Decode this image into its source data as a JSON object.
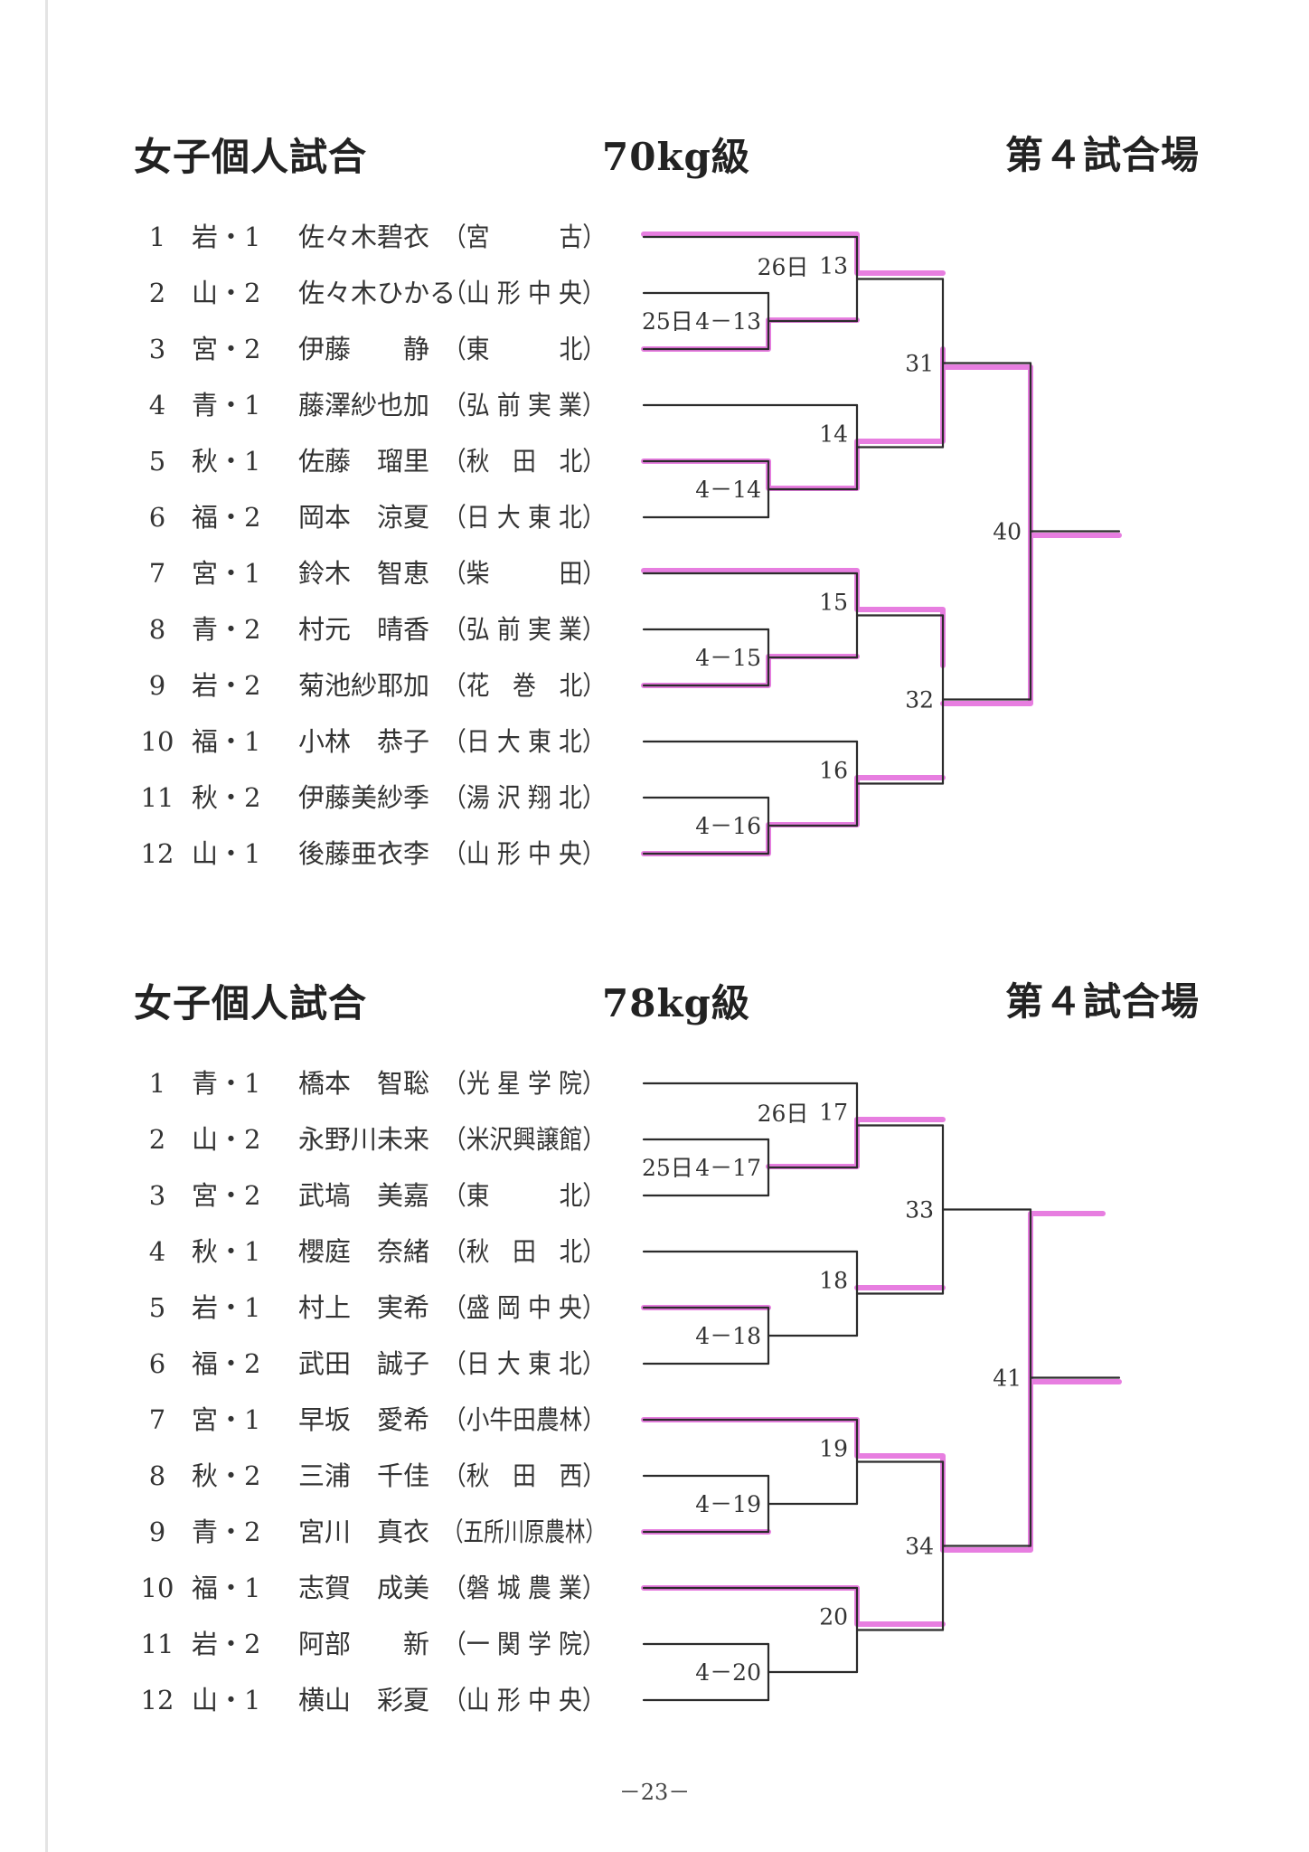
{
  "page_number": "－23－",
  "sections": [
    {
      "title": "女子個人試合",
      "weight": "70kg級",
      "court": "第４試合場",
      "entries": [
        {
          "no": "1",
          "pref": "岩・1",
          "name": "佐々木碧衣",
          "school": "（宮　　　古）"
        },
        {
          "no": "2",
          "pref": "山・2",
          "name": "佐々木ひかる",
          "school": "（山 形 中 央）"
        },
        {
          "no": "3",
          "pref": "宮・2",
          "name": "伊藤　　静",
          "school": "（東　　　北）"
        },
        {
          "no": "4",
          "pref": "青・1",
          "name": "藤澤紗也加",
          "school": "（弘 前 実 業）"
        },
        {
          "no": "5",
          "pref": "秋・1",
          "name": "佐藤　瑠里",
          "school": "（秋　田　北）"
        },
        {
          "no": "6",
          "pref": "福・2",
          "name": "岡本　涼夏",
          "school": "（日 大 東 北）"
        },
        {
          "no": "7",
          "pref": "宮・1",
          "name": "鈴木　智恵",
          "school": "（柴　　　田）"
        },
        {
          "no": "8",
          "pref": "青・2",
          "name": "村元　晴香",
          "school": "（弘 前 実 業）"
        },
        {
          "no": "9",
          "pref": "岩・2",
          "name": "菊池紗耶加",
          "school": "（花　巻　北）"
        },
        {
          "no": "10",
          "pref": "福・1",
          "name": "小林　恭子",
          "school": "（日 大 東 北）"
        },
        {
          "no": "11",
          "pref": "秋・2",
          "name": "伊藤美紗季",
          "school": "（湯 沢 翔 北）"
        },
        {
          "no": "12",
          "pref": "山・1",
          "name": "後藤亜衣李",
          "school": "（山 形 中 央）"
        }
      ],
      "bracket_labels": {
        "day26": "26日",
        "day25": "25日",
        "m_a": "4－13",
        "m_b": "4－14",
        "m_c": "4－15",
        "m_d": "4－16",
        "r2_a": "13",
        "r2_b": "14",
        "r2_c": "15",
        "r2_d": "16",
        "sf_a": "31",
        "sf_b": "32",
        "final": "40"
      }
    },
    {
      "title": "女子個人試合",
      "weight": "78kg級",
      "court": "第４試合場",
      "entries": [
        {
          "no": "1",
          "pref": "青・1",
          "name": "橋本　智聡",
          "school": "（光 星 学 院）"
        },
        {
          "no": "2",
          "pref": "山・2",
          "name": "永野川未来",
          "school": "（米沢興譲館）"
        },
        {
          "no": "3",
          "pref": "宮・2",
          "name": "武塙　美嘉",
          "school": "（東　　　北）"
        },
        {
          "no": "4",
          "pref": "秋・1",
          "name": "櫻庭　奈緒",
          "school": "（秋　田　北）"
        },
        {
          "no": "5",
          "pref": "岩・1",
          "name": "村上　実希",
          "school": "（盛 岡 中 央）"
        },
        {
          "no": "6",
          "pref": "福・2",
          "name": "武田　誠子",
          "school": "（日 大 東 北）"
        },
        {
          "no": "7",
          "pref": "宮・1",
          "name": "早坂　愛希",
          "school": "（小牛田農林）"
        },
        {
          "no": "8",
          "pref": "秋・2",
          "name": "三浦　千佳",
          "school": "（秋　田　西）"
        },
        {
          "no": "9",
          "pref": "青・2",
          "name": "宮川　真衣",
          "school": "（五所川原農林）"
        },
        {
          "no": "10",
          "pref": "福・1",
          "name": "志賀　成美",
          "school": "（磐 城 農 業）"
        },
        {
          "no": "11",
          "pref": "岩・2",
          "name": "阿部　　新",
          "school": "（一 関 学 院）"
        },
        {
          "no": "12",
          "pref": "山・1",
          "name": "横山　彩夏",
          "school": "（山 形 中 央）"
        }
      ],
      "bracket_labels": {
        "day26": "26日",
        "day25": "25日",
        "m_a": "4－17",
        "m_b": "4－18",
        "m_c": "4－19",
        "m_d": "4－20",
        "r2_a": "17",
        "r2_b": "18",
        "r2_c": "19",
        "r2_d": "20",
        "sf_a": "33",
        "sf_b": "34",
        "final": "41"
      }
    }
  ],
  "colors": {
    "bracket_line": "#2b2b2b",
    "winner_highlight": "#e77ee0"
  }
}
